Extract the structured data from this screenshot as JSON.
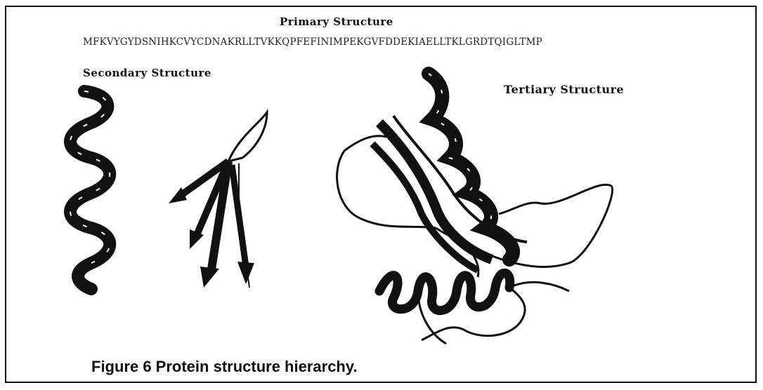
{
  "figure": {
    "primary_title": "Primary Structure",
    "sequence": "MFKVYGYDSNIHKCVYCDNAKRLLTVKKQPFEFINIMPEKGVFDDEKIAELLTKLGRDTQIGLTMP",
    "secondary_title": "Secondary Structure",
    "tertiary_title": "Tertiary Structure",
    "caption": "Figure 6 Protein structure hierarchy."
  },
  "icons": {
    "helix": "alpha-helix-ribbon-icon",
    "sheet": "beta-sheet-arrows-icon",
    "tertiary": "tertiary-fold-ribbon-icon"
  },
  "colors": {
    "ink": "#111111",
    "background": "#ffffff"
  }
}
